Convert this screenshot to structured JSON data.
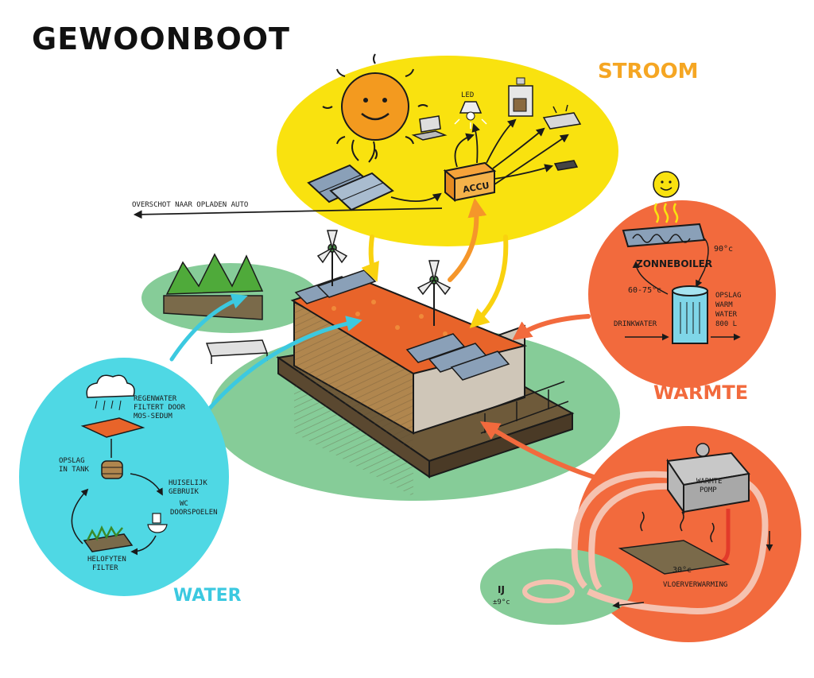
{
  "title": "GEWOONBOOT",
  "sections": {
    "stroom": {
      "heading": "STROOM",
      "color": "#f9e20f",
      "heading_color": "#f5a623",
      "accu_label": "ACCU",
      "led_label": "LED",
      "overflow_label": "OVERSCHOT NAAR OPLADEN AUTO"
    },
    "warmte": {
      "heading": "WARMTE",
      "color": "#f26a3d",
      "heading_color": "#f26a3d",
      "boiler_label": "ZONNEBOILER",
      "temp_90": "90°c",
      "temp_60_75": "60-75°c",
      "storage_label_1": "OPSLAG",
      "storage_label_2": "WARM",
      "storage_label_3": "WATER",
      "storage_label_4": "800 L",
      "drinking_water": "DRINKWATER",
      "heatpump_label_1": "WARMTE",
      "heatpump_label_2": "POMP",
      "temp_30": "30°c",
      "floor_heating": "VLOERVERWARMING",
      "lake_label_1": "IJ",
      "lake_label_2": "±9°c"
    },
    "water": {
      "heading": "WATER",
      "color": "#4fd8e4",
      "heading_color": "#3cc9e0",
      "rain_label_1": "REGENWATER",
      "rain_label_2": "FILTERT DOOR",
      "rain_label_3": "MOS-SEDUM",
      "tank_label_1": "OPSLAG",
      "tank_label_2": "IN TANK",
      "use_label_1": "HUISELIJK",
      "use_label_2": "GEBRUIK",
      "wc_label_1": "WC",
      "wc_label_2": "DOORSPOELEN",
      "filter_label_1": "HELOFYTEN",
      "filter_label_2": "FILTER"
    }
  },
  "colors": {
    "pond": "#86cc98",
    "outline": "#1a1a1a",
    "roof": "#e8642a",
    "solar": "#8aa0b8",
    "wood": "#b0864e"
  }
}
